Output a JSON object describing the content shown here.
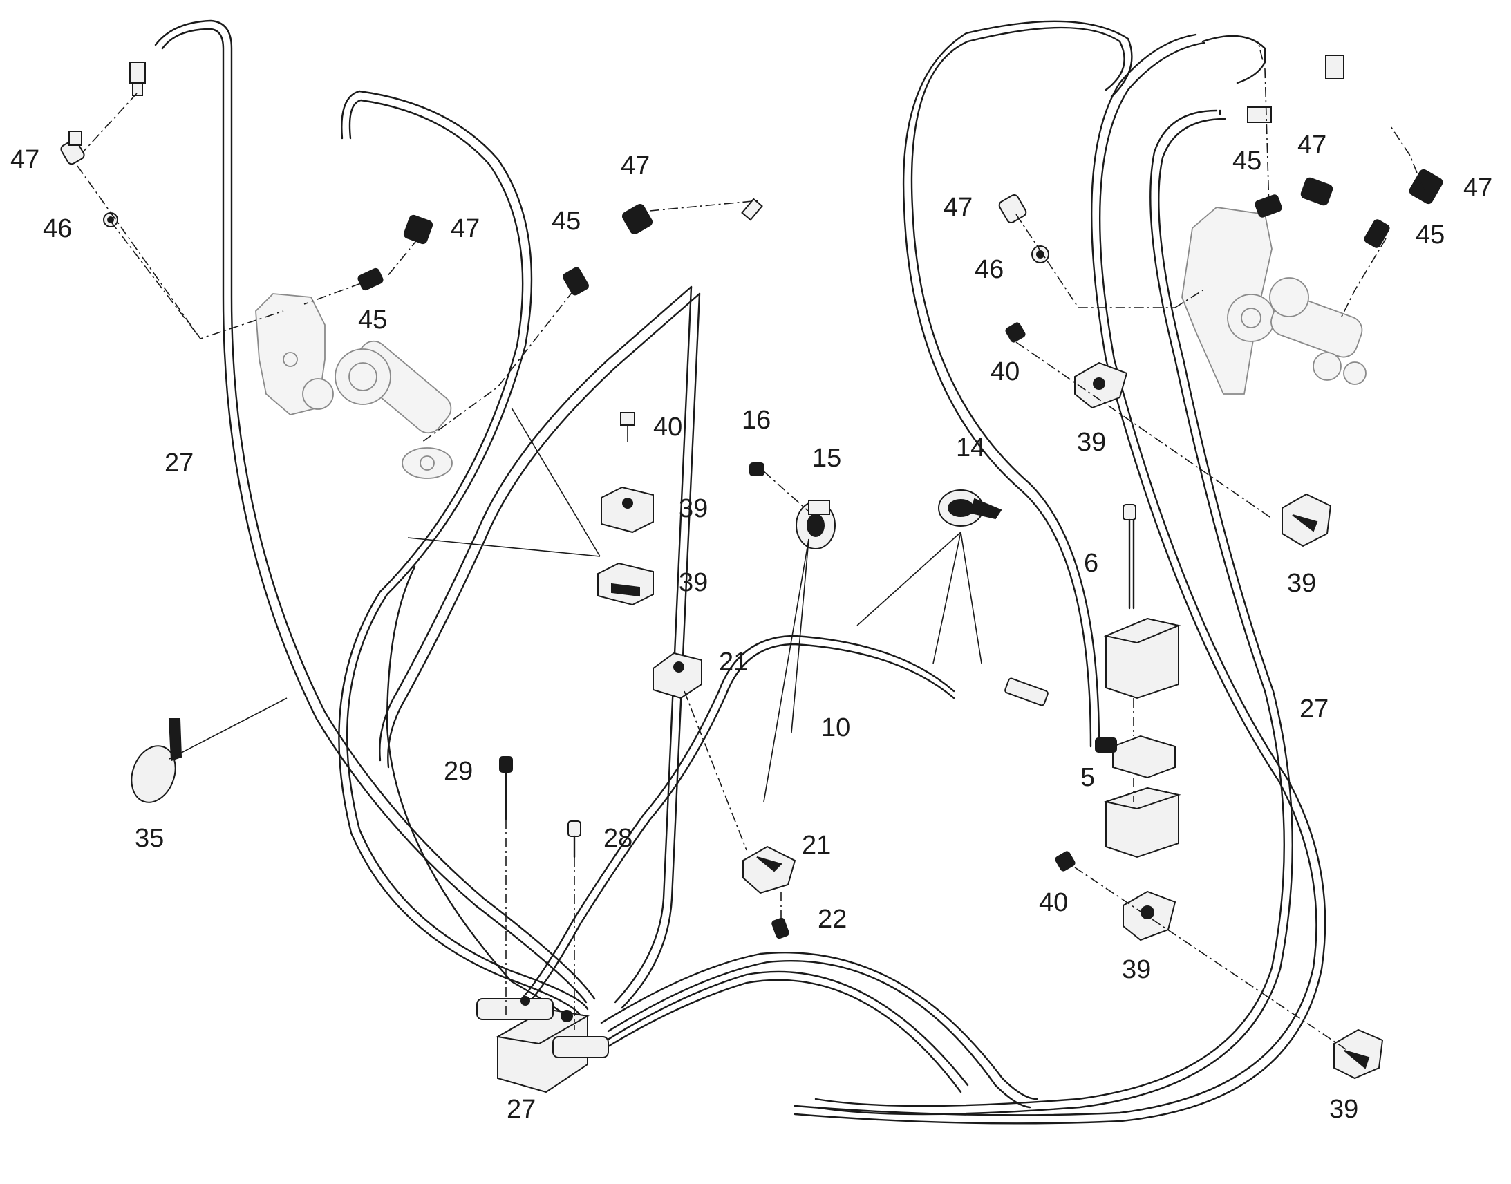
{
  "diagram": {
    "callouts": [
      {
        "id": "c1",
        "text": "47"
      },
      {
        "id": "c2",
        "text": "46"
      },
      {
        "id": "c3",
        "text": "47"
      },
      {
        "id": "c4",
        "text": "45"
      },
      {
        "id": "c5",
        "text": "47"
      },
      {
        "id": "c6",
        "text": "45"
      },
      {
        "id": "c7",
        "text": "27"
      },
      {
        "id": "c8",
        "text": "40"
      },
      {
        "id": "c9",
        "text": "39"
      },
      {
        "id": "c10",
        "text": "39"
      },
      {
        "id": "c11",
        "text": "16"
      },
      {
        "id": "c12",
        "text": "15"
      },
      {
        "id": "c13",
        "text": "14"
      },
      {
        "id": "c14",
        "text": "47"
      },
      {
        "id": "c15",
        "text": "46"
      },
      {
        "id": "c16",
        "text": "45"
      },
      {
        "id": "c17",
        "text": "47"
      },
      {
        "id": "c18",
        "text": "47"
      },
      {
        "id": "c19",
        "text": "45"
      },
      {
        "id": "c20",
        "text": "40"
      },
      {
        "id": "c21",
        "text": "39"
      },
      {
        "id": "c22",
        "text": "39"
      },
      {
        "id": "c23",
        "text": "6"
      },
      {
        "id": "c24",
        "text": "21"
      },
      {
        "id": "c25",
        "text": "10"
      },
      {
        "id": "c26",
        "text": "29"
      },
      {
        "id": "c27",
        "text": "35"
      },
      {
        "id": "c28",
        "text": "28"
      },
      {
        "id": "c29",
        "text": "21"
      },
      {
        "id": "c30",
        "text": "22"
      },
      {
        "id": "c31",
        "text": "5"
      },
      {
        "id": "c32",
        "text": "27"
      },
      {
        "id": "c33",
        "text": "40"
      },
      {
        "id": "c34",
        "text": "39"
      },
      {
        "id": "c35",
        "text": "27"
      },
      {
        "id": "c36",
        "text": "39"
      }
    ]
  }
}
